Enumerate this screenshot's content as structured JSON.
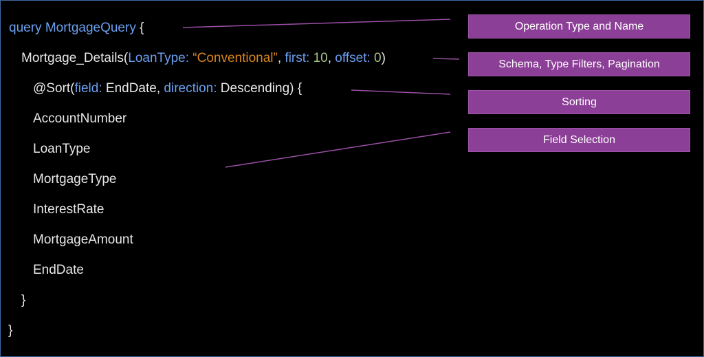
{
  "code": {
    "line1": {
      "keyword": "query",
      "name": "MortgageQuery",
      "brace": "{"
    },
    "line2": {
      "type": "Mortgage_Details(",
      "arg1_name": "LoanType:",
      "arg1_value": "“Conventional”",
      "sep1": ",",
      "arg2_name": "first:",
      "arg2_value": "10",
      "sep2": ",",
      "arg3_name": "offset:",
      "arg3_value": "0",
      "close": ")"
    },
    "line3": {
      "directive": "@Sort(",
      "arg1_name": "field:",
      "arg1_value": "EndDate,",
      "arg2_name": "direction:",
      "arg2_value": "Descending) {"
    },
    "fields": [
      "AccountNumber",
      "LoanType",
      "MortgageType",
      "InterestRate",
      "MortgageAmount",
      "EndDate"
    ],
    "inner_close": "}",
    "outer_close": "}"
  },
  "labels": {
    "operation": "Operation Type and Name",
    "schema": "Schema, Type Filters, Pagination",
    "sorting": "Sorting",
    "fields": "Field Selection"
  },
  "colors": {
    "keyword": "#6ba0f0",
    "string": "#d9871e",
    "number": "#a8c48c",
    "label_bg": "#8b3f96",
    "connector": "#9b4fa6"
  }
}
